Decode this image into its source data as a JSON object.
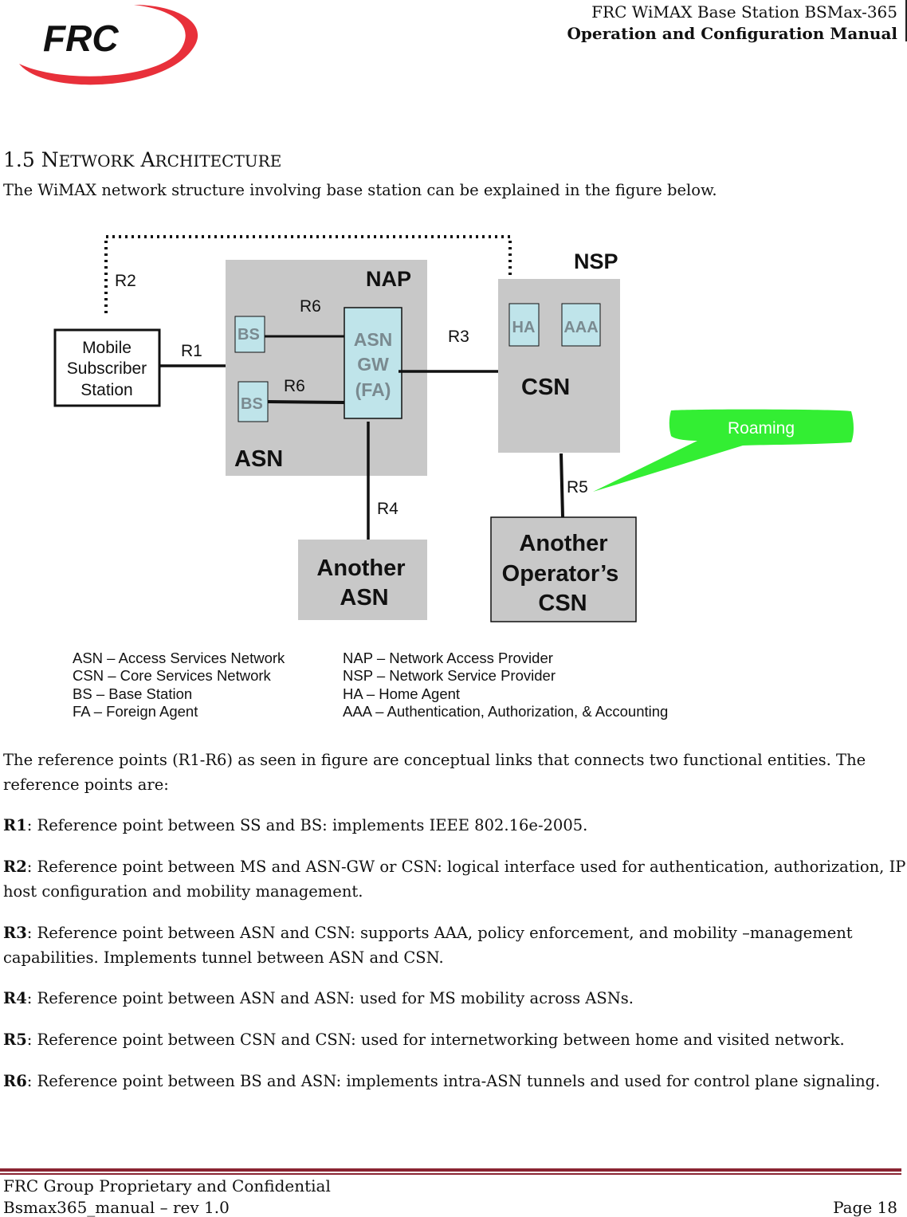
{
  "header": {
    "line1": "FRC WiMAX Base Station BSMax-365",
    "line2": "Operation and Configuration Manual",
    "logo_text": "FRC"
  },
  "section": {
    "number": "1.5",
    "title_first_n": "N",
    "title_first_rest": "ETWORK",
    "title_second_a": "A",
    "title_second_rest": "RCHITECTURE",
    "intro": "The WiMAX network structure involving base station can be explained in the figure below."
  },
  "diagram": {
    "labels": {
      "nap": "NAP",
      "nsp": "NSP",
      "asn": "ASN",
      "csn": "CSN",
      "bs1": "BS",
      "bs2": "BS",
      "asn_gw_1": "ASN",
      "asn_gw_2": "GW",
      "asn_gw_3": "(FA)",
      "ha": "HA",
      "aaa": "AAA",
      "mss_1": "Mobile",
      "mss_2": "Subscriber",
      "mss_3": "Station",
      "another_asn_1": "Another",
      "another_asn_2": "ASN",
      "another_csn_1": "Another",
      "another_csn_2": "Operator’s",
      "another_csn_3": "CSN",
      "roaming": "Roaming",
      "r1": "R1",
      "r2": "R2",
      "r3": "R3",
      "r4": "R4",
      "r5": "R5",
      "r6a": "R6",
      "r6b": "R6"
    },
    "legend_left": [
      "ASN – Access Services Network",
      "CSN – Core Services Network",
      "BS – Base Station",
      "FA – Foreign Agent"
    ],
    "legend_right": [
      "NAP  – Network Access Provider",
      "NSP  – Network Service Provider",
      "HA – Home Agent",
      "AAA – Authentication, Authorization, & Accounting"
    ]
  },
  "body": {
    "ref_intro": "The reference points (R1-R6) as seen in figure are conceptual links that connects two functional entities. The",
    "ref_intro_2": "reference points are:",
    "r1_label": "R1",
    "r1_text": ": Reference point between SS and BS: implements IEEE 802.16e-2005.",
    "r2_label": "R2",
    "r2_text": ": Reference point between MS and ASN-GW or CSN: logical interface used for authentication, authorization, IP",
    "r2_text_2": "host configuration and mobility management.",
    "r3_label": "R3",
    "r3_text": ": Reference point between ASN and CSN: supports AAA, policy enforcement, and mobility –management",
    "r3_text_2": "capabilities. Implements tunnel between ASN and CSN.",
    "r4_label": "R4",
    "r4_text": ": Reference point between ASN and ASN: used for MS mobility across ASNs.",
    "r5_label": "R5",
    "r5_text": ": Reference point between CSN and CSN: used for internetworking between home and visited network.",
    "r6_label": "R6",
    "r6_text": ": Reference point between BS and ASN: implements intra-ASN tunnels and used for control plane signaling."
  },
  "footer": {
    "line1": "FRC Group Proprietary and Confidential",
    "line2": "Bsmax365_manual – rev 1.0",
    "page": "Page 18"
  },
  "colors": {
    "logo_red": "#e8303a",
    "box_gray": "#c8c8c8",
    "box_cyan": "#bfe4ea",
    "roaming_green": "#33ee33",
    "footer_rule": "#8a2432"
  }
}
